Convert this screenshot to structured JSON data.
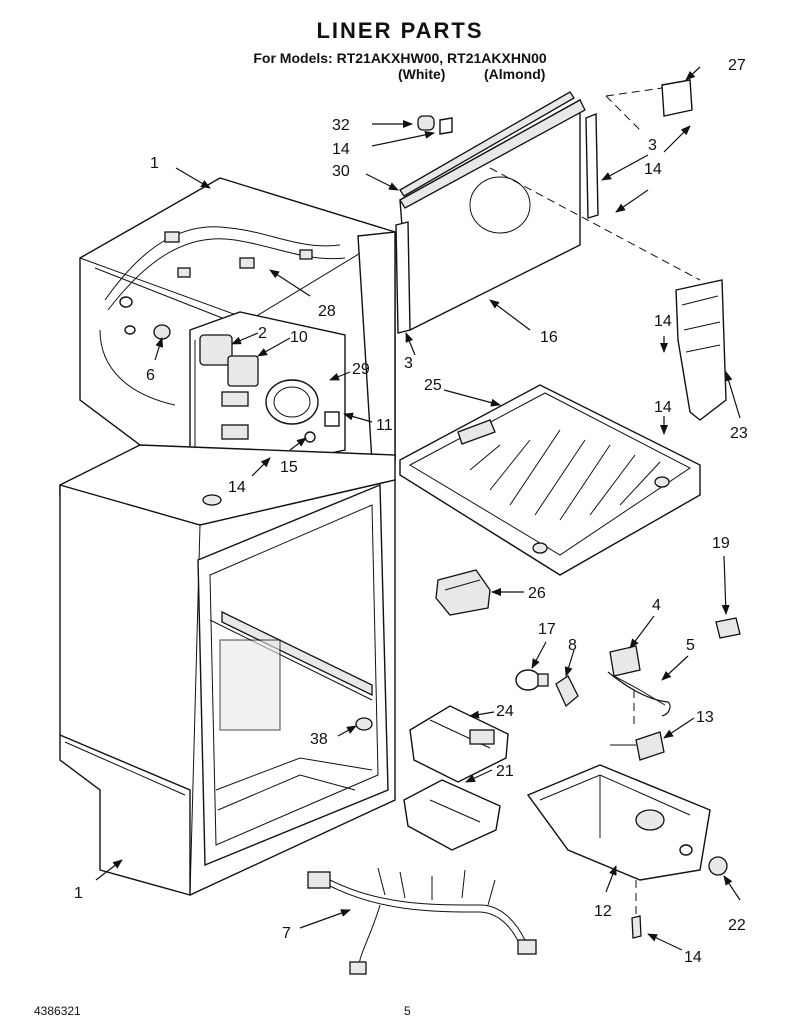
{
  "header": {
    "title": "LINER PARTS",
    "models": "For Models: RT21AKXHW00, RT21AKXHN00",
    "color_white": "(White)",
    "color_almond": "(Almond)"
  },
  "footer": {
    "doc_number": "4386321",
    "page_number": "5"
  },
  "callouts": {
    "c1_top": "1",
    "c1_bottom": "1",
    "c2": "2",
    "c3_upper": "3",
    "c3_lower": "3",
    "c4": "4",
    "c5": "5",
    "c6": "6",
    "c7": "7",
    "c8": "8",
    "c10": "10",
    "c11": "11",
    "c12": "12",
    "c13": "13",
    "c14_a": "14",
    "c14_b": "14",
    "c14_c": "14",
    "c14_d": "14",
    "c14_e": "14",
    "c14_f": "14",
    "c15": "15",
    "c16": "16",
    "c17": "17",
    "c19": "19",
    "c21": "21",
    "c22": "22",
    "c23": "23",
    "c24": "24",
    "c25": "25",
    "c26": "26",
    "c27": "27",
    "c28": "28",
    "c29": "29",
    "c30": "30",
    "c32": "32",
    "c38": "38"
  }
}
